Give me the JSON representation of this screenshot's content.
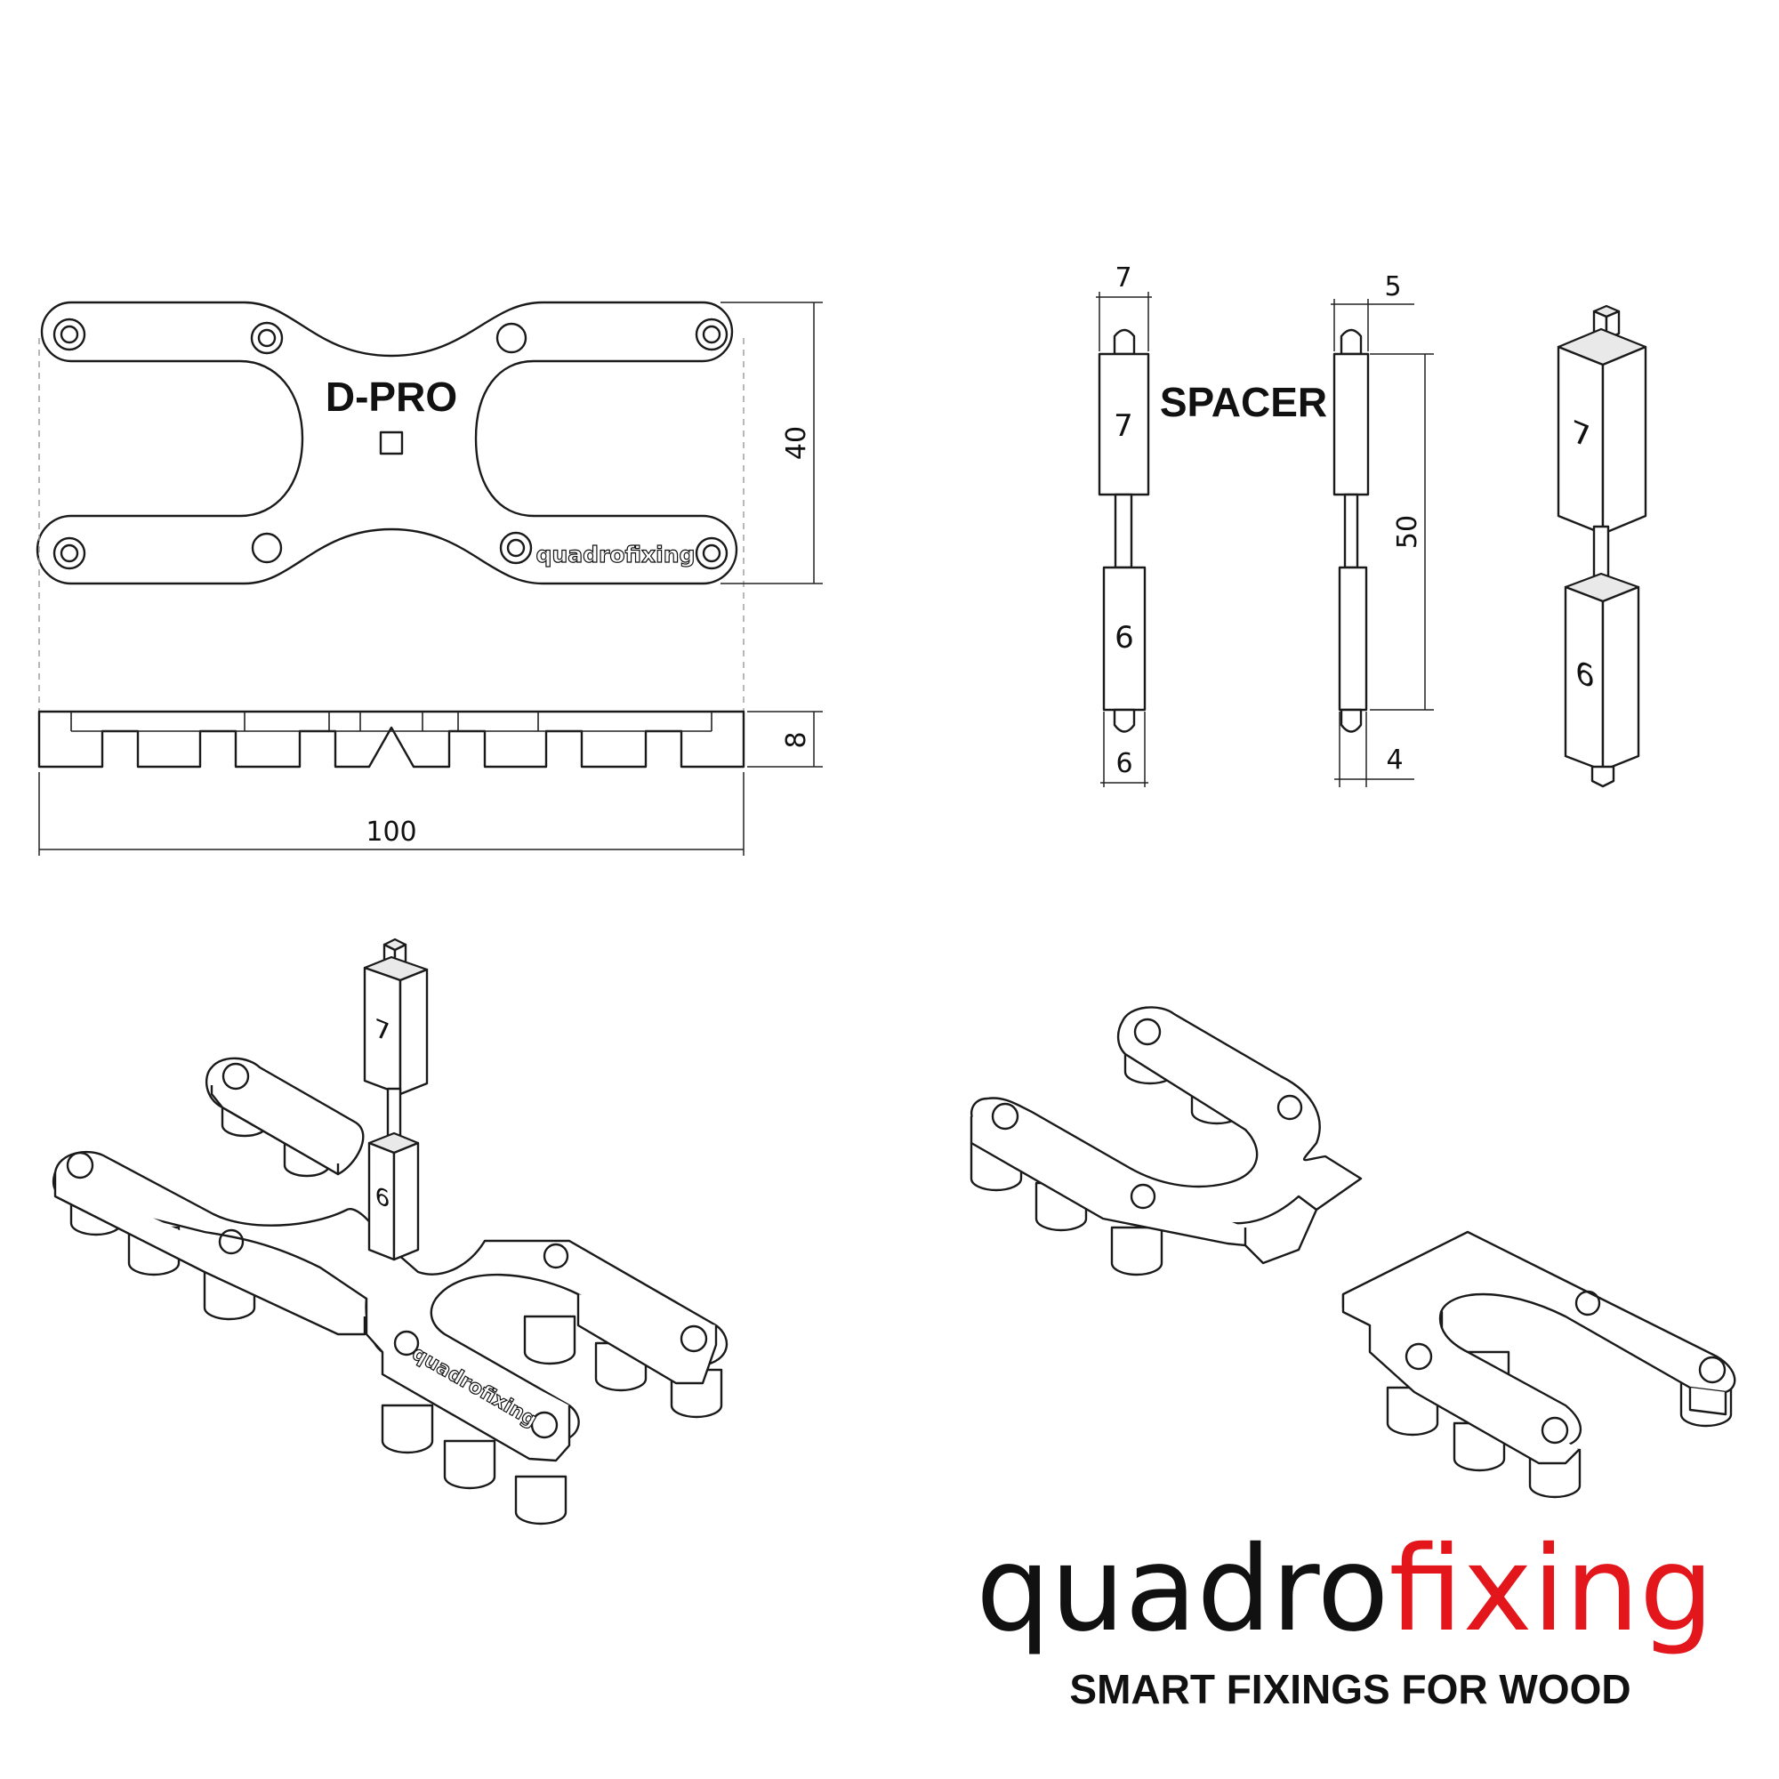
{
  "plate": {
    "label": "D-PRO",
    "engraving": "quadrofixing",
    "dimensions": {
      "height": "40",
      "thickness": "8",
      "length": "100"
    }
  },
  "spacer": {
    "label": "SPACER",
    "marks": {
      "upper": "7",
      "lower": "6"
    },
    "dimensions": {
      "top_width_a": "7",
      "bottom_width_a": "6",
      "top_width_b": "5",
      "length": "50",
      "bottom_width_b": "4"
    }
  },
  "iso_assembly": {
    "spacer_upper": "7",
    "spacer_lower": "6",
    "engraving": "quadrofixing"
  },
  "brand": {
    "name_dark": "quadro",
    "name_accent": "fixing",
    "tagline": "SMART FIXINGS FOR WOOD",
    "accent_color": "#e3161b",
    "dark_color": "#111111"
  }
}
